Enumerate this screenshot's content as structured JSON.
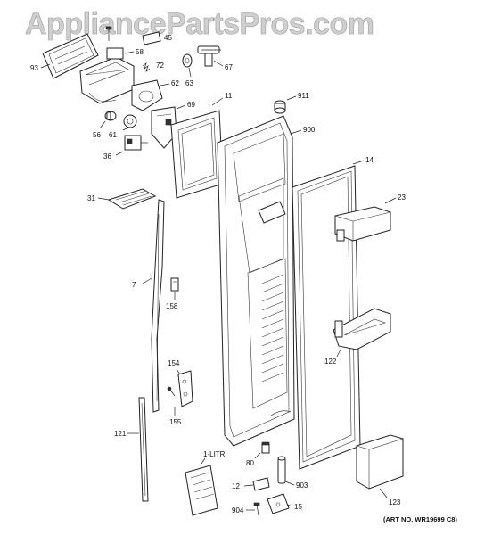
{
  "watermark": "AppliancePartsPros.com",
  "art_number": "(ART NO. WR19699 C8)",
  "labels": {
    "p93": "93",
    "p45": "45",
    "p58": "58",
    "p72": "72",
    "p67": "67",
    "p63": "63",
    "p62": "62",
    "p11": "11",
    "p911": "911",
    "p69": "69",
    "p56": "56",
    "p61": "61",
    "p900": "900",
    "p36": "36",
    "p14": "14",
    "p23": "23",
    "p31": "31",
    "p7": "7",
    "p158": "158",
    "p122": "122",
    "p154": "154",
    "p155": "155",
    "p121": "121",
    "p1litr": "1-LITR.",
    "p80": "80",
    "p12": "12",
    "p903": "903",
    "p123": "123",
    "p904": "904",
    "p15": "15"
  }
}
